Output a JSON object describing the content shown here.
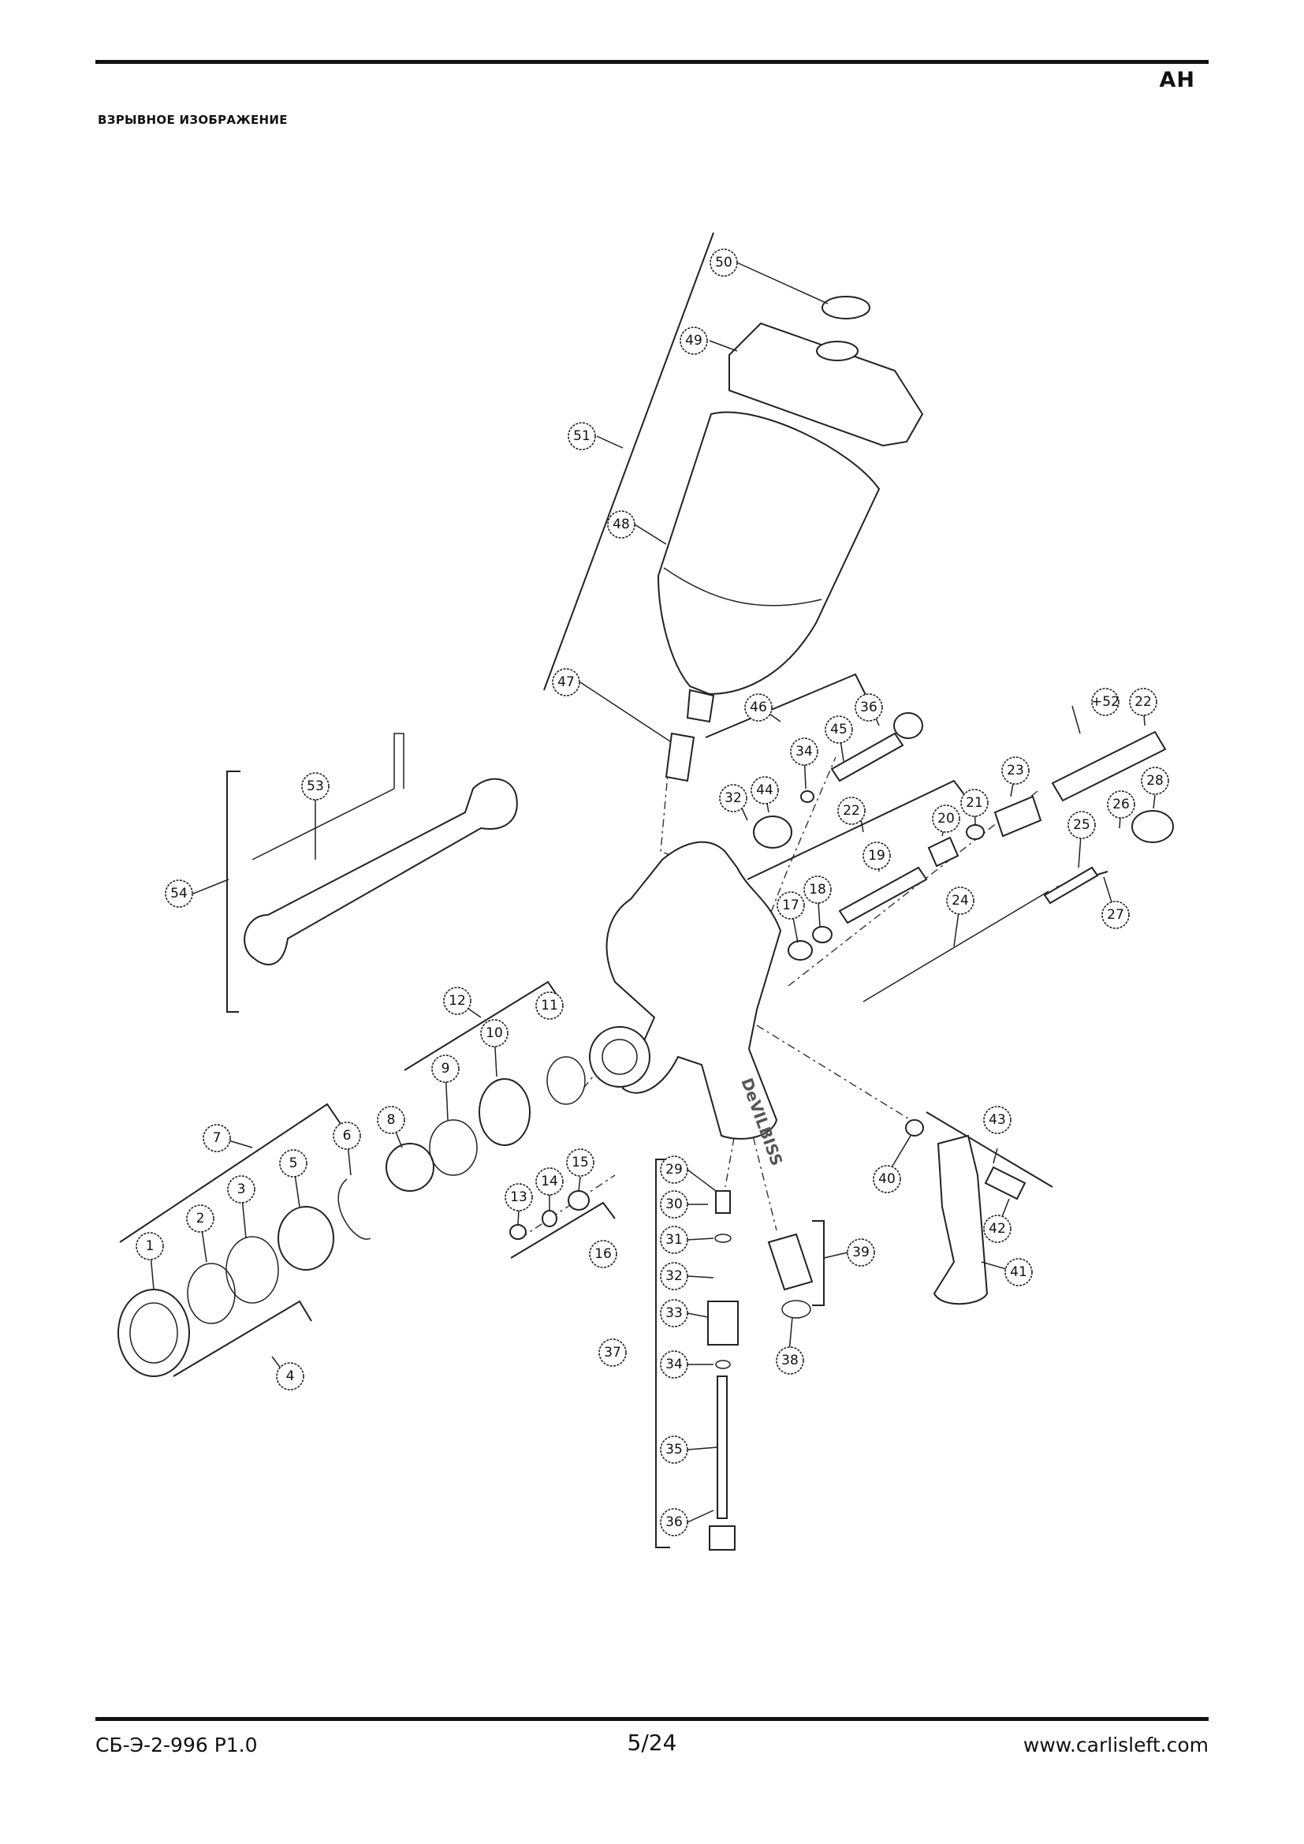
{
  "header": {
    "language_code": "AH",
    "section_title": "ВЗРЫВНОЕ ИЗОБРАЖЕНИЕ"
  },
  "diagram": {
    "callouts": [
      "50",
      "49",
      "51",
      "48",
      "47",
      "46",
      "36",
      "45",
      "34",
      "44",
      "32",
      "22",
      "+52",
      "23",
      "21",
      "20",
      "28",
      "26",
      "25",
      "19",
      "18",
      "17",
      "24",
      "27",
      "53",
      "54",
      "12",
      "11",
      "10",
      "9",
      "8",
      "7",
      "6",
      "5",
      "3",
      "2",
      "1",
      "4",
      "13",
      "14",
      "15",
      "16",
      "29",
      "30",
      "31",
      "33",
      "37",
      "35",
      "39",
      "38",
      "40",
      "43",
      "42",
      "41"
    ],
    "brand_text": "DeVILBISS"
  },
  "footer": {
    "doc_code": "СБ-Э-2-996 P1.0",
    "page": "5/24",
    "website": "www.carlisleft.com"
  }
}
